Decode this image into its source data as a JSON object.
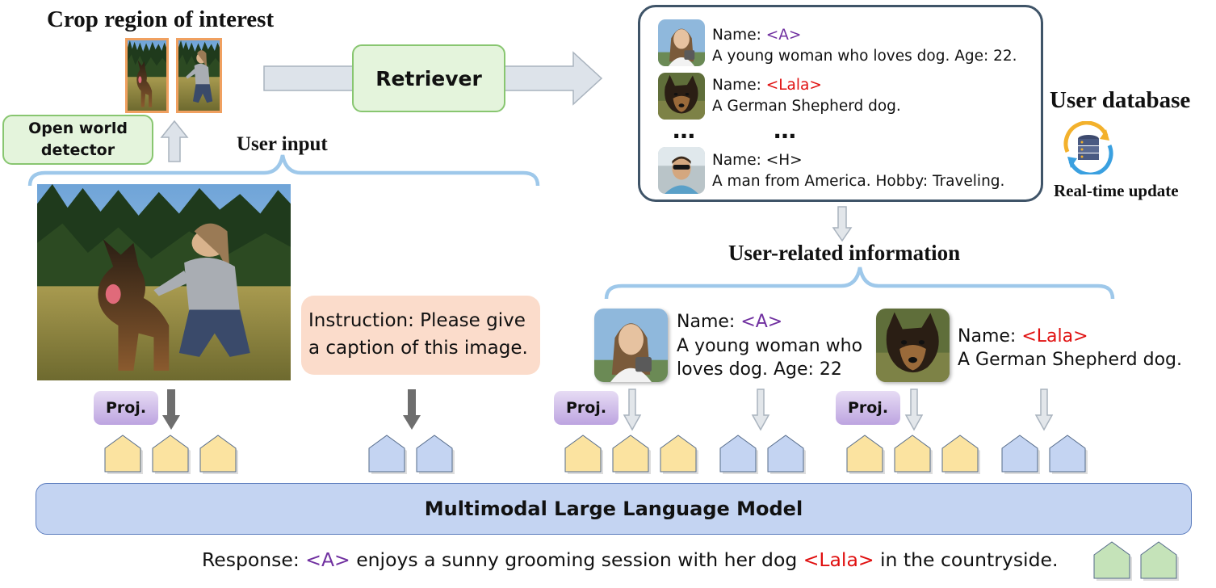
{
  "crop_title": "Crop region of interest",
  "detector_label": "Open world detector",
  "retriever_label": "Retriever",
  "user_input_label": "User input",
  "database": {
    "title": "User database",
    "update_label": "Real-time update",
    "entries": [
      {
        "name_prefix": "Name: ",
        "name_tag": "<A>",
        "tag_color": "purple",
        "desc": "A young woman who loves dog. Age: 22."
      },
      {
        "name_prefix": "Name: ",
        "name_tag": "<Lala>",
        "tag_color": "red",
        "desc": "A German Shepherd dog."
      },
      {
        "name_prefix": "Name: ",
        "name_tag": "<H>",
        "tag_color": "black",
        "desc": "A man from America. Hobby: Traveling."
      }
    ],
    "ellipsis": "…"
  },
  "related_label": "User-related information",
  "related": [
    {
      "name_prefix": "Name: ",
      "name_tag": "<A>",
      "line2": "A young woman who",
      "line3": "loves dog. Age: 22"
    },
    {
      "name_prefix": "Name: ",
      "name_tag": "<Lala>",
      "line2": "A German Shepherd dog."
    }
  ],
  "instruction": "Instruction: Please give a caption of this image.",
  "proj_label": "Proj.",
  "mllm_label": "Multimodal Large Language Model",
  "response": {
    "prefix": "Response: ",
    "tag_a": "<A>",
    "middle": " enjoys a sunny grooming session with her dog ",
    "tag_lala": "<Lala>",
    "suffix": " in the countryside."
  },
  "colors": {
    "tag_purple": "#7030a0",
    "tag_red": "#e01010",
    "image_token": "#fbe3a0",
    "text_token": "#c4d4f2",
    "output_token": "#c5e3b9",
    "brace": "#9ec8ea"
  }
}
